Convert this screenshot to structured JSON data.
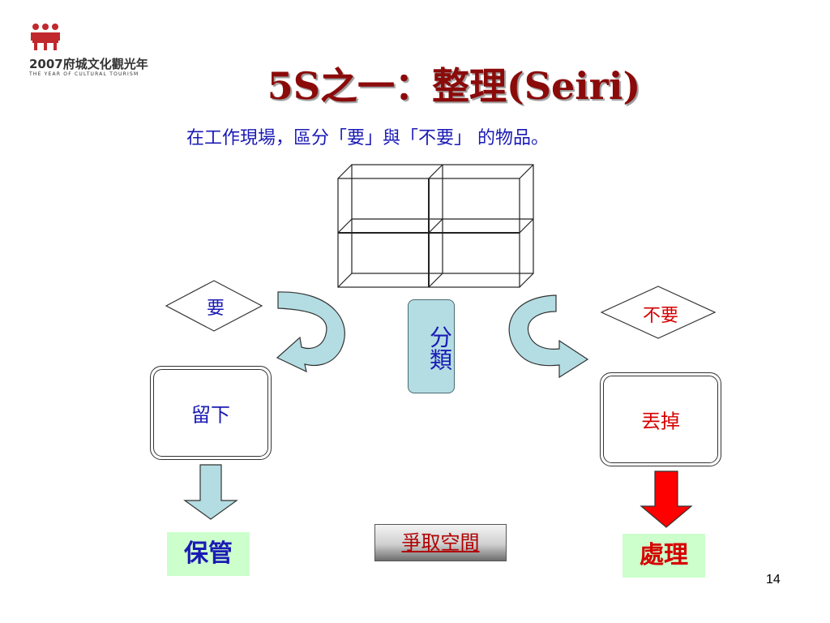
{
  "logo": {
    "year_text": "2007府城文化觀光年",
    "subtitle": "THE YEAR OF CULTURAL TOURISM",
    "icon": "people-logo-icon"
  },
  "title": "5S之一：整理(Seiri)",
  "subtitle": "在工作現場，區分「要」與「不要」 的物品。",
  "diagram": {
    "keep_decision": "要",
    "unneeded_decision": "不要",
    "sort_label": "分類",
    "keep_box": "留下",
    "discard_box": "丟掉",
    "keep_result": "保管",
    "discard_result": "處理",
    "center_button": "爭取空間"
  },
  "colors": {
    "title": "#8b0a0a",
    "blue_text": "#1a1ab5",
    "red_text": "#d60000",
    "arrow_fill": "#b3dde3",
    "red_arrow": "#ff0000",
    "result_bg": "#ccffcc"
  },
  "page_number": "14"
}
